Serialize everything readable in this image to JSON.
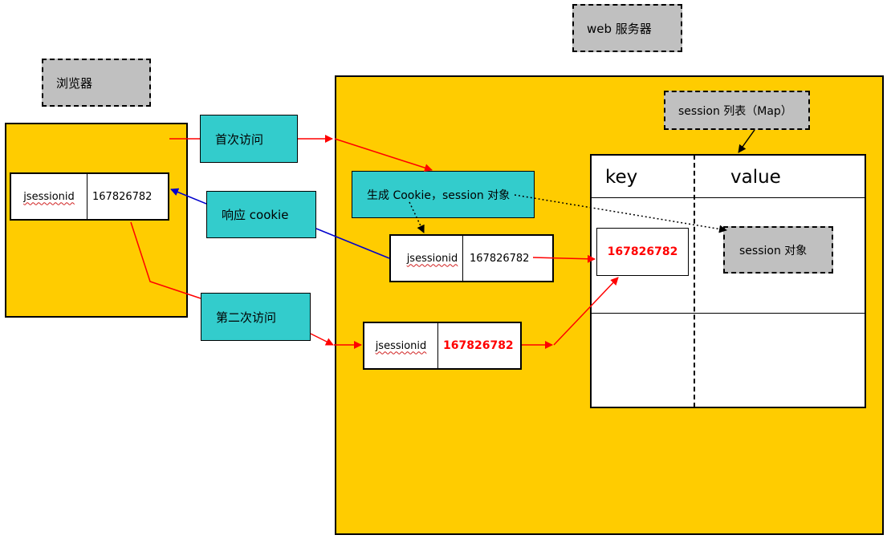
{
  "browser": {
    "label": "浏览器"
  },
  "server": {
    "label": "web 服务器"
  },
  "session_list": {
    "label": "session 列表（Map）",
    "key_header": "key",
    "value_header": "value",
    "key_value": "167826782",
    "session_object": "session 对象"
  },
  "browser_cookie": {
    "name": "jsessionid",
    "value": "167826782"
  },
  "steps": {
    "first_visit": "首次访问",
    "response_cookie": "响应 cookie",
    "generate": "生成 Cookie，session 对象",
    "second_visit": "第二次访问"
  },
  "server_cookie": {
    "name": "jsessionid",
    "value": "167826782"
  },
  "request_cookie": {
    "name": "jsessionid",
    "value": "167826782"
  },
  "colors": {
    "container": "#ffcc00",
    "step_box": "#33cccc",
    "label_box": "#c0c0c0",
    "arrow_red": "#ff0000",
    "arrow_blue": "#0000cc"
  }
}
